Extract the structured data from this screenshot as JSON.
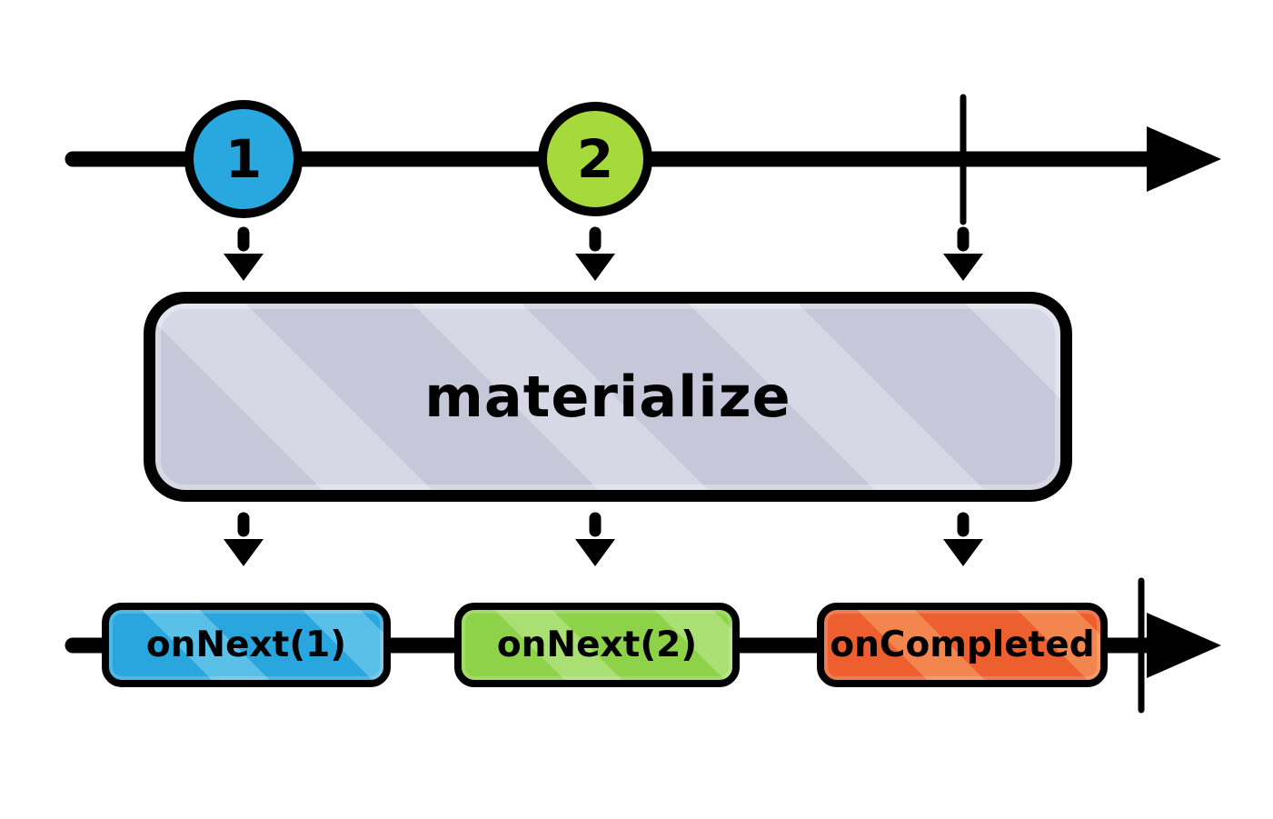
{
  "operator": {
    "label": "materialize"
  },
  "input_stream": {
    "marbles": [
      {
        "label": "1",
        "color": "#29a8df"
      },
      {
        "label": "2",
        "color": "#a6da3c"
      }
    ],
    "completion_marker": true
  },
  "output_stream": {
    "events": [
      {
        "label": "onNext(1)",
        "color": "#2aa6df"
      },
      {
        "label": "onNext(2)",
        "color": "#8ed24a"
      },
      {
        "label": "onCompleted",
        "color": "#ed5f2e"
      }
    ],
    "completion_marker": true
  },
  "colors": {
    "stroke": "#000000",
    "operator_box_fill": "#c6c7d9",
    "background": "#ffffff"
  }
}
